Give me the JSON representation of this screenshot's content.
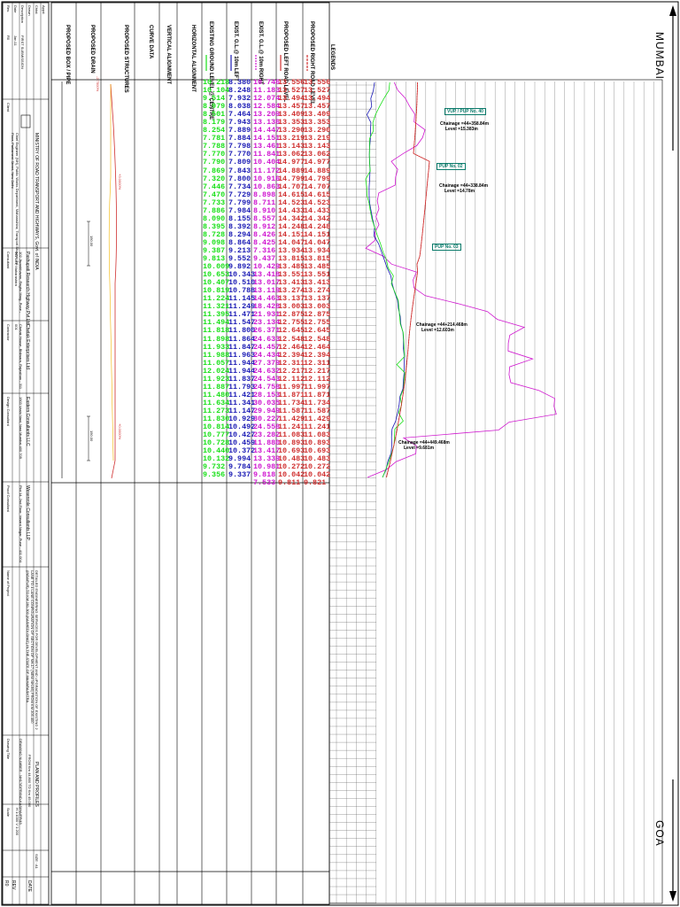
{
  "directions": {
    "north": "MUMBAI",
    "south": "GOA"
  },
  "legend": {
    "title": "LEGENDS",
    "items": [
      {
        "label": "EXISTING GROUND LEVEL @ CENTRE",
        "color": "#19e019"
      },
      {
        "label": "EXIST. G.L.@ 10m LEFT",
        "color": "#1a1ab4"
      },
      {
        "label": "EXIST. G.L.@ 10m RIGHT",
        "color": "#d018d0"
      },
      {
        "label": "PROPOSED LEFT ROAD LEVEL",
        "color": "#d03030"
      },
      {
        "label": "PROPOSED RIGHT ROAD LEVEL",
        "color": "#d03030"
      }
    ]
  },
  "row_headers": [
    "HORIZONTAL ALIGNMENT",
    "VERTICAL ALIGNMENT",
    "CURVE DATA",
    "PROPOSED STRUCTURES",
    "PROPOSED DRAIN",
    "PROPOSED BOX / PIPE"
  ],
  "columns": {
    "centre": [
      "10.218",
      "10.104",
      "9.514",
      "8.979",
      "8.501",
      "8.179",
      "8.254",
      "7.781",
      "7.788",
      "7.770",
      "7.790",
      "7.869",
      "7.320",
      "7.446",
      "7.470",
      "7.733",
      "7.886",
      "8.090",
      "8.395",
      "8.728",
      "9.098",
      "9.387",
      "9.813",
      "10.009",
      "10.653",
      "10.407",
      "10.819",
      "11.224",
      "11.321",
      "11.395",
      "11.494",
      "11.818",
      "11.898",
      "11.933",
      "11.988",
      "11.057",
      "12.024",
      "11.923",
      "11.887",
      "11.480",
      "11.634",
      "11.273",
      "11.830",
      "10.814",
      "10.777",
      "10.728",
      "10.440",
      "10.132",
      "9.732",
      "9.356"
    ],
    "left": [
      "8.380",
      "8.248",
      "7.932",
      "8.038",
      "7.464",
      "7.943",
      "7.889",
      "7.884",
      "7.798",
      "7.770",
      "7.809",
      "7.843",
      "7.800",
      "7.734",
      "7.729",
      "7.799",
      "7.984",
      "8.155",
      "8.392",
      "8.294",
      "8.864",
      "9.213",
      "9.552",
      "9.892",
      "10.343",
      "10.510",
      "10.788",
      "11.145",
      "11.249",
      "11.471",
      "11.547",
      "11.800",
      "11.864",
      "11.847",
      "11.963",
      "11.944",
      "11.944",
      "11.837",
      "11.793",
      "11.421",
      "11.341",
      "11.147",
      "10.929",
      "10.492",
      "10.427",
      "10.459",
      "10.372",
      "9.994",
      "9.784",
      "9.337"
    ],
    "right": [
      "10.746",
      "11.183",
      "12.074",
      "12.584",
      "13.209",
      "13.136",
      "14.447",
      "14.151",
      "13.461",
      "11.841",
      "10.404",
      "11.172",
      "10.916",
      "10.863",
      "8.898",
      "8.711",
      "8.910",
      "8.557",
      "8.912",
      "8.426",
      "8.425",
      "7.316",
      "9.437",
      "10.429",
      "13.418",
      "13.017",
      "13.119",
      "14.463",
      "18.428",
      "21.931",
      "23.134",
      "26.371",
      "24.633",
      "24.457",
      "24.434",
      "27.379",
      "24.632",
      "24.543",
      "24.758",
      "28.153",
      "30.035",
      "29.949",
      "30.227",
      "24.558",
      "23.282",
      "11.880",
      "13.417",
      "13.339",
      "10.981",
      "9.818",
      "7.533"
    ],
    "prop_left": [
      "13.556",
      "13.527",
      "13.494",
      "13.457",
      "13.409",
      "13.353",
      "13.290",
      "13.219",
      "13.143",
      "13.062",
      "14.977",
      "14.889",
      "14.799",
      "14.707",
      "14.615",
      "14.523",
      "14.433",
      "14.342",
      "14.248",
      "14.151",
      "14.047",
      "13.934",
      "13.815",
      "13.485",
      "13.551",
      "13.413",
      "13.274",
      "13.137",
      "13.003",
      "12.875",
      "12.755",
      "12.645",
      "12.548",
      "12.464",
      "12.394",
      "12.311",
      "12.217",
      "12.112",
      "11.997",
      "11.871",
      "11.734",
      "11.587",
      "11.429",
      "11.241",
      "11.083",
      "10.893",
      "10.693",
      "10.483",
      "10.272",
      "10.042",
      "9.811"
    ],
    "prop_right": [
      "13.556",
      "13.527",
      "13.494",
      "13.457",
      "13.409",
      "13.353",
      "13.290",
      "13.219",
      "13.143",
      "13.062",
      "14.977",
      "14.889",
      "14.799",
      "14.707",
      "14.615",
      "14.523",
      "14.433",
      "14.342",
      "14.248",
      "14.151",
      "14.047",
      "13.934",
      "13.815",
      "13.485",
      "13.551",
      "13.413",
      "13.274",
      "13.137",
      "13.003",
      "12.875",
      "12.755",
      "12.645",
      "12.548",
      "12.464",
      "12.394",
      "12.311",
      "12.217",
      "12.112",
      "11.997",
      "11.871",
      "11.734",
      "11.587",
      "11.429",
      "11.241",
      "11.083",
      "10.893",
      "10.693",
      "10.483",
      "10.272",
      "10.042",
      "9.821"
    ]
  },
  "annotations": {
    "chainage1": "Chainage =44+358.84m",
    "level1": "Level =15.383m",
    "chainage2": "Chainage =44+338.84m",
    "level2": "Level =14.78m",
    "chainage3": "Chainage =44+214.468m",
    "level3": "Level =12.603m",
    "chainage4": "Chainage =44+449.468m",
    "level4": "Level =9.681m",
    "box1": "VUP / PUP No. 40",
    "box2": "PUP No. 02",
    "box3": "PUP No. 03",
    "grade1": "+3.0000%",
    "grade2": "+0.0000%",
    "grade3": "-2.7500%",
    "vcurve1": "150.00",
    "vcurve2": "150.00"
  },
  "title_block": {
    "client_label": "Client",
    "client": "MINISTRY OF ROAD TRANSPORT AND HIGHWAYS, Govt. of INDIA",
    "client_address": "Chief Engineer (NH), Public Works Department, Maharashtra; Transport Bhavan, 1st Floor, Parliament Street, New Delhi",
    "consultant_label": "Consultant",
    "consultant": "Pashupati Research Highway Pvt Ltd",
    "consultant_address": "102 Jiwanbhavan, Raghu Marg, Pune - 411 001, Maharashtra",
    "contractor_label": "Contractor",
    "contractor": "Chetak Enterprises Ltd",
    "contractor_address": "Chetak House, Bhilwara, Rajasthan - 311 001",
    "designer_label": "Design Consultant",
    "designer": "Eastern Consultants LLC",
    "designer_address": "1903 Vashi Navi, Navi Mumbai 400 705",
    "proof_label": "Proof Consultant",
    "proof": "Wesenrole Consultants LLP",
    "proof_address": "Plot 14, 2nd Floor, Vasant Nagar, Pune - 411 004",
    "project_label": "Name of Project",
    "project": "DETAILED ENGINEERING SERVICES FOR DEVELOPMENT AND UPGRADATION OF EXISTING 2 LANE TO 4 LANE CONFIGURATION OF SECTION OF NH-17 (NEW NH-66) FROM KM 205.400 (INDAPUR) TO KM 281.300 (KASHEDI GHAT) IN THE STATE OF MAHARASHTRA",
    "drawing_label": "Drawing Title",
    "drawing_title": "PLAN AND PROFILES",
    "drawing_range": "FROM Km 44.800 TO Km 45.000",
    "drawing_no": "DRAWING NUMBER : NH17/DPR/IND-KAS/HA/PP/45",
    "scale_label": "Scale",
    "scale": "H 1:1000 V 1:200",
    "date_label": "DATE",
    "rev_label": "REV",
    "rev_no": "R0",
    "sheet": "SIZE : A1"
  },
  "revision_block": {
    "headers": [
      "Rev.",
      "Date",
      "Description",
      "Drawn",
      "Chkd.",
      "Appd."
    ],
    "rows": [
      [
        "R0",
        "Jan.11",
        "FIRST SUBMISSION",
        "",
        "",
        ""
      ]
    ]
  }
}
